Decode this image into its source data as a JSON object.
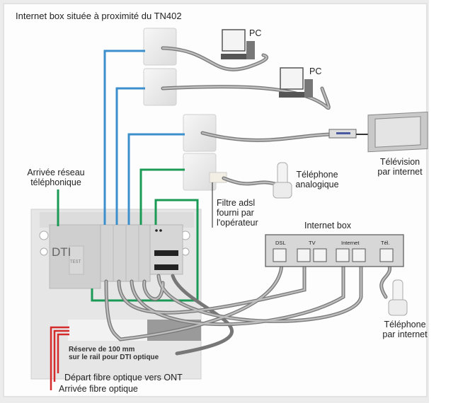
{
  "title": "Internet box située à proximité du TN402",
  "devices": {
    "pc1": "PC",
    "pc2": "PC",
    "tv": [
      "Télévision",
      "par internet"
    ],
    "phone_analog": [
      "Téléphone",
      "analogique"
    ],
    "phone_internet": [
      "Téléphone",
      "par internet"
    ]
  },
  "labels": {
    "network_arrival": [
      "Arrivée réseau",
      "téléphonique"
    ],
    "adsl_filter": [
      "Filtre adsl",
      "fourni par",
      "l'opérateur"
    ],
    "internet_box": "Internet box",
    "reserve": [
      "Réserve de 100 mm",
      "sur le rail pour DTI optique"
    ],
    "fiber_departure": "Départ fibre optique vers ONT",
    "fiber_arrival": "Arrivée fibre optique"
  },
  "box_ports": [
    "DSL",
    "TV",
    "Internet",
    "Tél."
  ],
  "panel": {
    "dti_label": "DTI",
    "test_label": "TEST"
  },
  "colors": {
    "data_cable": "#3a8fcc",
    "phone_cable": "#1a9a55",
    "fiber": "#d42a2a",
    "patch_cord": "#8f8f8f"
  }
}
